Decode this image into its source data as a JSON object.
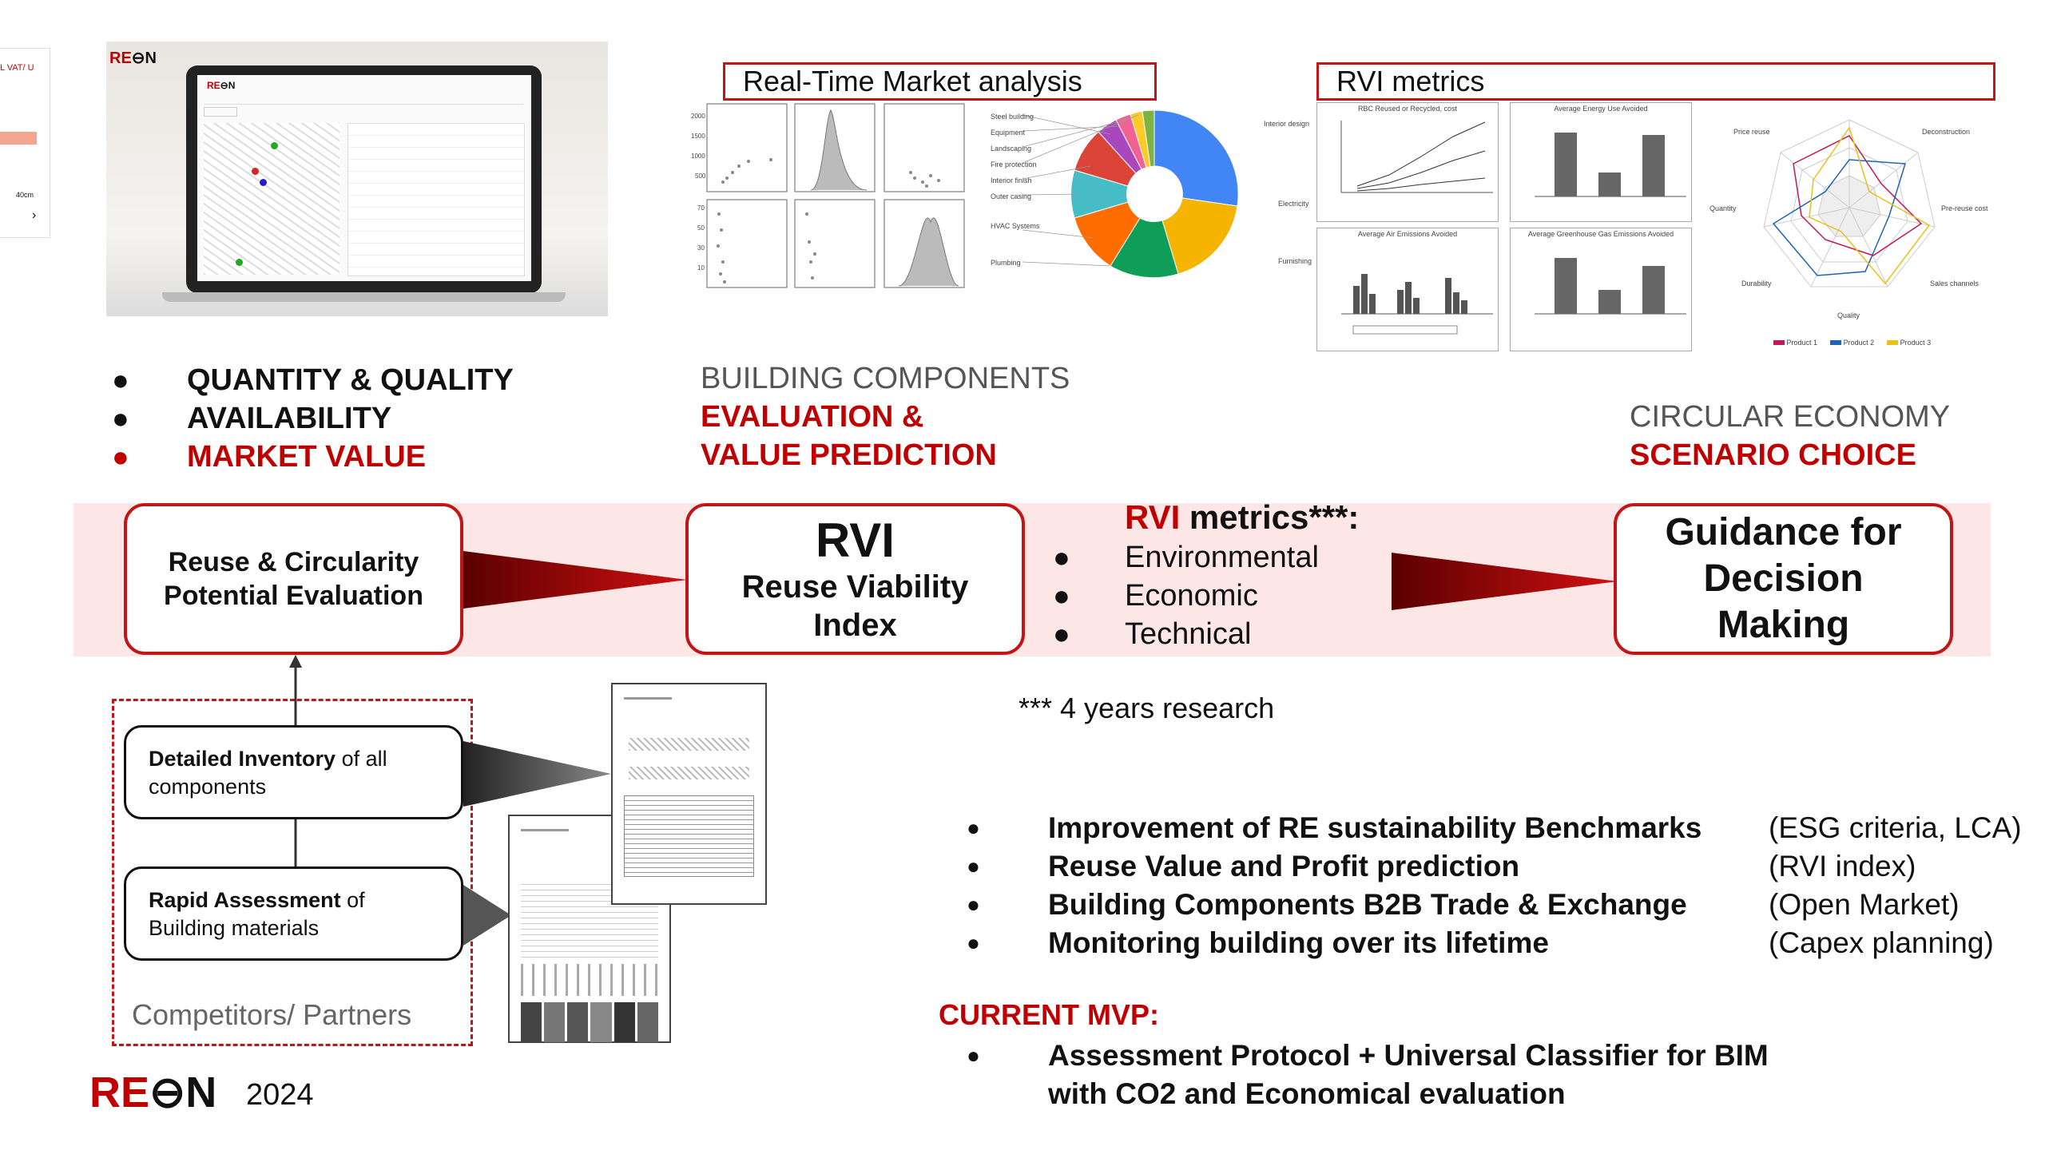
{
  "top": {
    "screenshot_label": "RE",
    "market_analysis_title": "Real-Time Market analysis",
    "rvi_metrics_title": "RVI metrics"
  },
  "left_bullets": [
    {
      "text": "QUANTITY & QUALITY",
      "color": "#111111"
    },
    {
      "text": "AVAILABILITY",
      "color": "#111111"
    },
    {
      "text": "MARKET VALUE",
      "color": "#c00000"
    }
  ],
  "building_components": {
    "line1": "BUILDING COMPONENTS",
    "line2": "EVALUATION &",
    "line3": "VALUE PREDICTION"
  },
  "circular_economy": {
    "line1": "CIRCULAR ECONOMY",
    "line2": "SCENARIO CHOICE"
  },
  "flow": {
    "box1": [
      "Reuse & Circularity",
      "Potential Evaluation"
    ],
    "box2_title": "RVI",
    "box2_sub": [
      "Reuse Viability",
      "Index"
    ],
    "metrics_head_red": "RVI",
    "metrics_head_rest": " metrics***:",
    "metrics": [
      "Environmental",
      "Economic",
      "Technical"
    ],
    "box3": [
      "Guidance for",
      "Decision",
      "Making"
    ]
  },
  "footnote": "*** 4 years research",
  "inventory": {
    "detailed_bold": "Detailed Inventory",
    "detailed_rest": " of all",
    "detailed_line2": "components",
    "rapid_bold": "Rapid Assessment",
    "rapid_rest": " of",
    "rapid_line2": "Building materials",
    "partners": "Competitors/ Partners"
  },
  "benefits": [
    {
      "text": "Improvement of RE sustainability Benchmarks",
      "note": "(ESG criteria, LCA)"
    },
    {
      "text": "Reuse Value and Profit prediction",
      "note": "(RVI index)"
    },
    {
      "text": "Building Components B2B Trade & Exchange",
      "note": "(Open Market)"
    },
    {
      "text": "Monitoring building over its lifetime",
      "note": "(Capex planning)"
    }
  ],
  "mvp": {
    "heading": "CURRENT MVP:",
    "line1": "Assessment Protocol + Universal Classifier for BIM",
    "line2": "with CO2 and Economical evaluation"
  },
  "footer": {
    "logo_left": "RE",
    "logo_right": "N",
    "year": "2024"
  },
  "charts": {
    "donut_labels": [
      "Steel building",
      "Equipment",
      "Landscaping",
      "Fire protection",
      "Interior finish",
      "Outer casing",
      "HVAC Systems",
      "Plumbing",
      "Interior design",
      "Electricity",
      "Furnishing"
    ],
    "rvi_bar_titles": [
      "RBC Reused or Recycled, cost",
      "Average Energy Use Avoided",
      "Average Air Emissions Avoided",
      "Average Greenhouse Gas Emissions Avoided"
    ],
    "radar_axes": [
      "Price reuse",
      "Deconstruction",
      "Pre-reuse cost",
      "Sales channels",
      "Quality",
      "Durability",
      "Quantity"
    ],
    "radar_legend": [
      "Product 1",
      "Product 2",
      "Product 3"
    ]
  },
  "colors": {
    "accent": "#c21515",
    "band": "#fde6e6"
  }
}
